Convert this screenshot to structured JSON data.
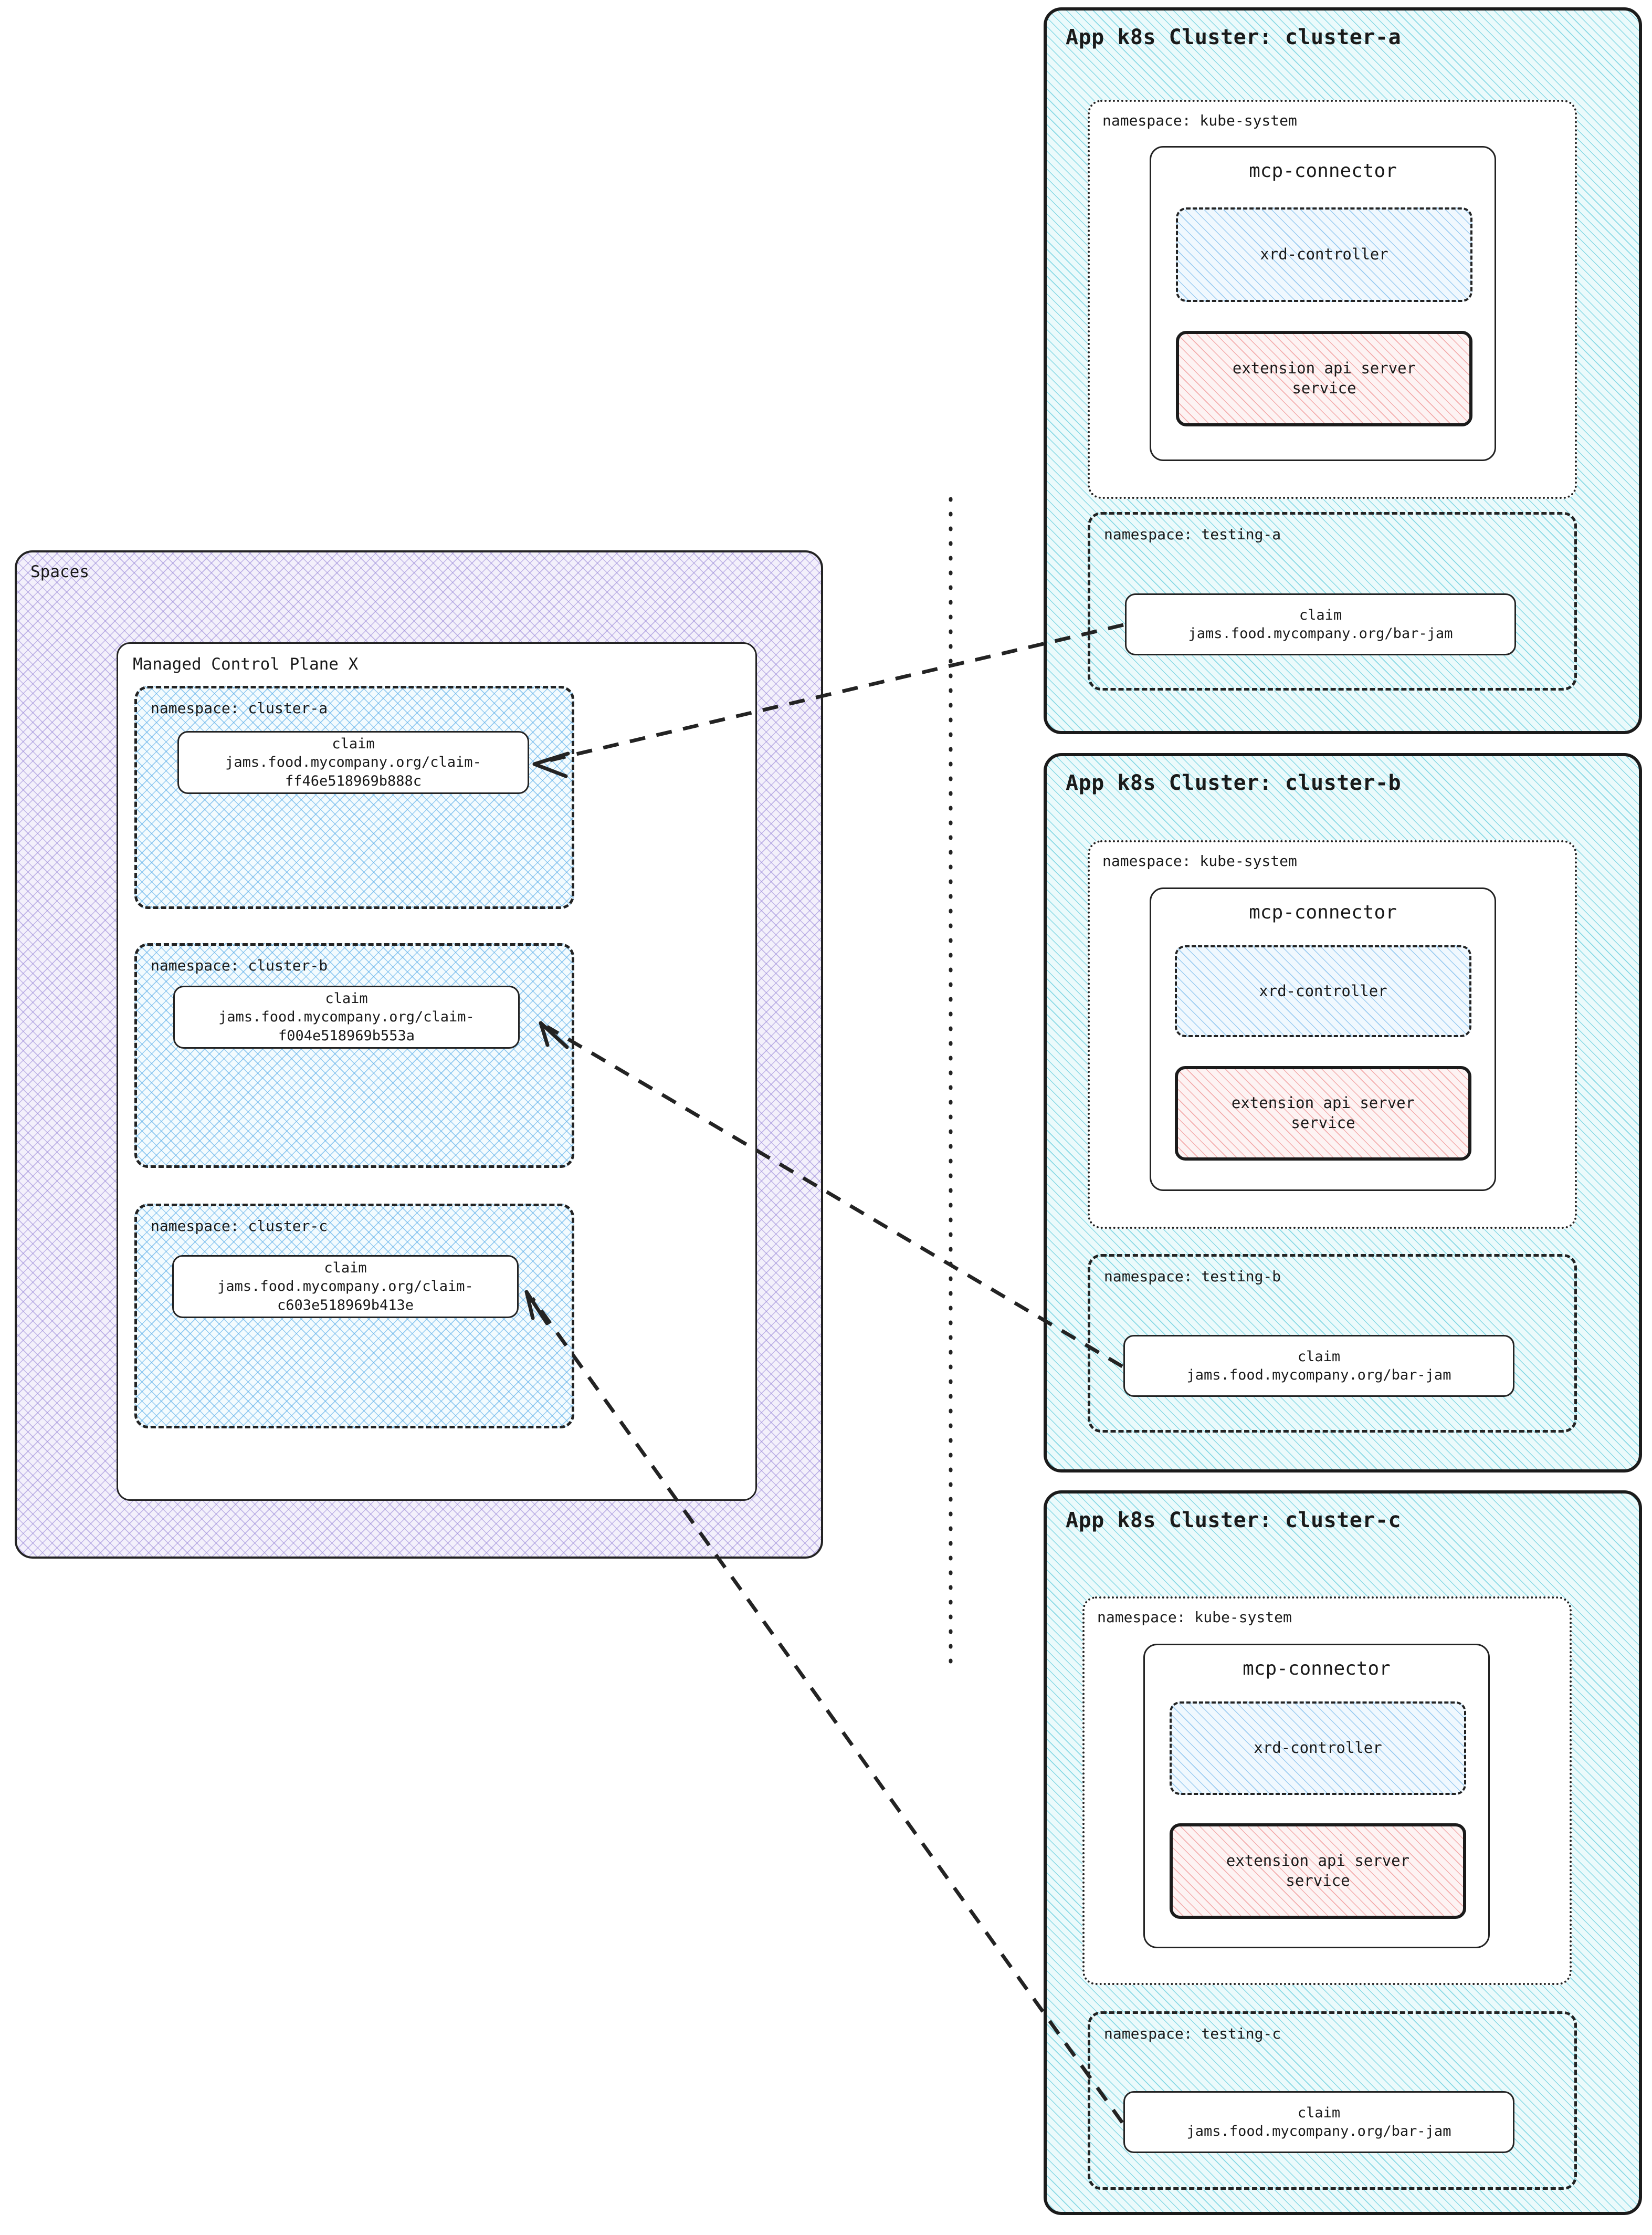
{
  "diagram": {
    "title": "Spaces / Managed Control Plane to App k8s Clusters claim propagation",
    "divider_label": "vertical-dotted-boundary"
  },
  "spaces": {
    "label": "Spaces",
    "mcp": {
      "label": "Managed Control Plane X",
      "namespaces": [
        {
          "label": "namespace: cluster-a",
          "claim": {
            "kind": "claim",
            "ref": "jams.food.mycompany.org/claim-\nff46e518969b888c"
          }
        },
        {
          "label": "namespace: cluster-b",
          "claim": {
            "kind": "claim",
            "ref": "jams.food.mycompany.org/claim-\nf004e518969b553a"
          }
        },
        {
          "label": "namespace: cluster-c",
          "claim": {
            "kind": "claim",
            "ref": "jams.food.mycompany.org/claim-\nc603e518969b413e"
          }
        }
      ]
    }
  },
  "clusters": [
    {
      "label": "App k8s Cluster: cluster-a",
      "kube_system": {
        "label": "namespace: kube-system",
        "mcp_connector": {
          "label": "mcp-connector",
          "xrd_controller": "xrd-controller",
          "extension_api_server": "extension api server\nservice"
        }
      },
      "testing": {
        "label": "namespace: testing-a",
        "claim": {
          "kind": "claim",
          "ref": "jams.food.mycompany.org/bar-jam"
        }
      }
    },
    {
      "label": "App k8s Cluster: cluster-b",
      "kube_system": {
        "label": "namespace: kube-system",
        "mcp_connector": {
          "label": "mcp-connector",
          "xrd_controller": "xrd-controller",
          "extension_api_server": "extension api server\nservice"
        }
      },
      "testing": {
        "label": "namespace: testing-b",
        "claim": {
          "kind": "claim",
          "ref": "jams.food.mycompany.org/bar-jam"
        }
      }
    },
    {
      "label": "App k8s Cluster: cluster-c",
      "kube_system": {
        "label": "namespace: kube-system",
        "mcp_connector": {
          "label": "mcp-connector",
          "xrd_controller": "xrd-controller",
          "extension_api_server": "extension api server\nservice"
        }
      },
      "testing": {
        "label": "namespace: testing-c",
        "claim": {
          "kind": "claim",
          "ref": "jams.food.mycompany.org/bar-jam"
        }
      }
    }
  ],
  "colors": {
    "stroke": "#232323",
    "spaces_fill": "#f3f0fb",
    "spaces_hatch": "#9684d6",
    "namespace_fill": "#f3fbfe",
    "namespace_hatch": "#56ace8",
    "cluster_fill": "#ebfafb",
    "cluster_hatch": "#68cede",
    "xrd_fill": "#f0f8fe",
    "xrd_hatch": "#78b9eb",
    "api_fill": "#fdf3f3",
    "api_hatch": "#f09696"
  }
}
